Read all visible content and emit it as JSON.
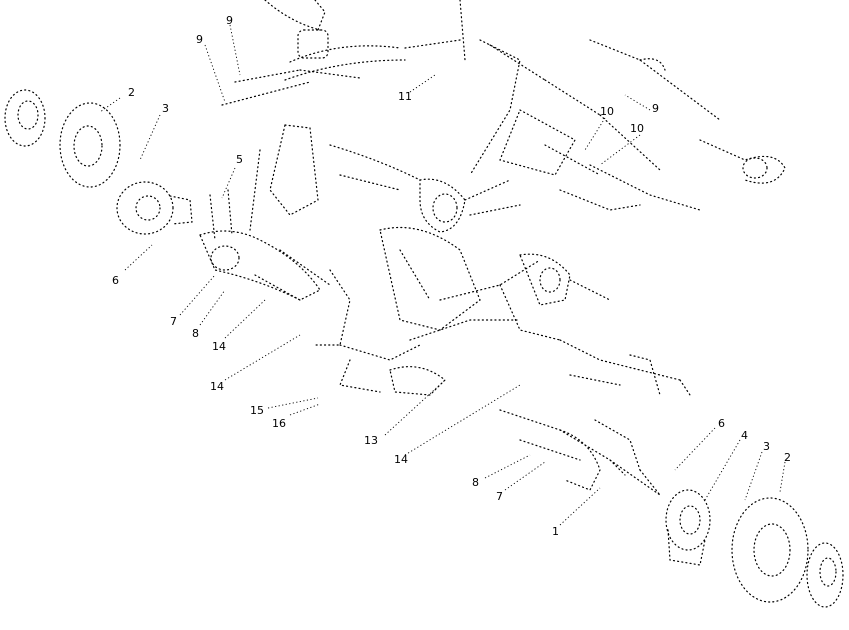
{
  "callouts": [
    {
      "id": "c-2a",
      "text": "2"
    },
    {
      "id": "c-3a",
      "text": "3"
    },
    {
      "id": "c-5",
      "text": "5"
    },
    {
      "id": "c-6a",
      "text": "6"
    },
    {
      "id": "c-7a",
      "text": "7"
    },
    {
      "id": "c-8a",
      "text": "8"
    },
    {
      "id": "c-14a",
      "text": "14"
    },
    {
      "id": "c-14b",
      "text": "14"
    },
    {
      "id": "c-15",
      "text": "15"
    },
    {
      "id": "c-16",
      "text": "16"
    },
    {
      "id": "c-13",
      "text": "13"
    },
    {
      "id": "c-14c",
      "text": "14"
    },
    {
      "id": "c-8b",
      "text": "8"
    },
    {
      "id": "c-7b",
      "text": "7"
    },
    {
      "id": "c-1",
      "text": "1"
    },
    {
      "id": "c-6b",
      "text": "6"
    },
    {
      "id": "c-4",
      "text": "4"
    },
    {
      "id": "c-3b",
      "text": "3"
    },
    {
      "id": "c-2b",
      "text": "2"
    },
    {
      "id": "c-9a",
      "text": "9"
    },
    {
      "id": "c-9b",
      "text": "9"
    },
    {
      "id": "c-11",
      "text": "11"
    },
    {
      "id": "c-10a",
      "text": "10"
    },
    {
      "id": "c-10b",
      "text": "10"
    },
    {
      "id": "c-9c",
      "text": "9"
    }
  ]
}
